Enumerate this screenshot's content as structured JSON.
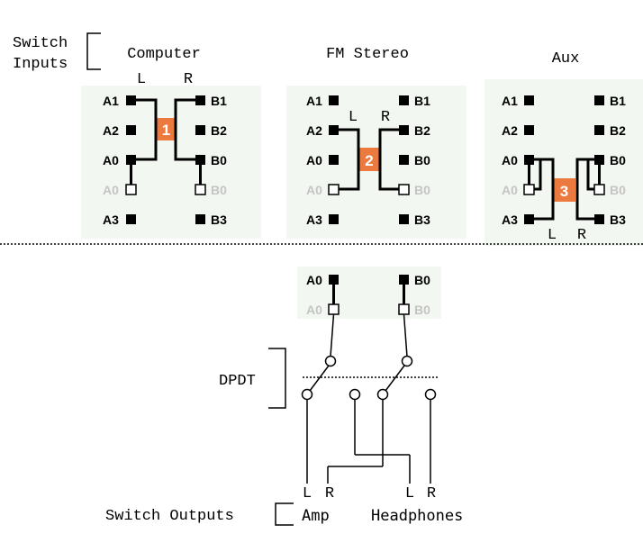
{
  "labels": {
    "switch_inputs_line1": "Switch",
    "switch_inputs_line2": "Inputs",
    "dpdt": "DPDT",
    "switch_outputs": "Switch Outputs",
    "amp": "Amp",
    "headphones": "Headphones",
    "out_l": "L",
    "out_r": "R"
  },
  "channel_l": "L",
  "channel_r": "R",
  "inputs": [
    {
      "name": "Computer",
      "number": "1"
    },
    {
      "name": "FM Stereo",
      "number": "2"
    },
    {
      "name": "Aux",
      "number": "3"
    }
  ],
  "pins": {
    "a1": "A1",
    "a2": "A2",
    "a0": "A0",
    "a3": "A3",
    "b1": "B1",
    "b2": "B2",
    "b0": "B0",
    "b3": "B3"
  },
  "colors": {
    "accent": "#ec7a3f",
    "panel": "#f3f7f1",
    "dim_text": "#c4c4c4"
  }
}
